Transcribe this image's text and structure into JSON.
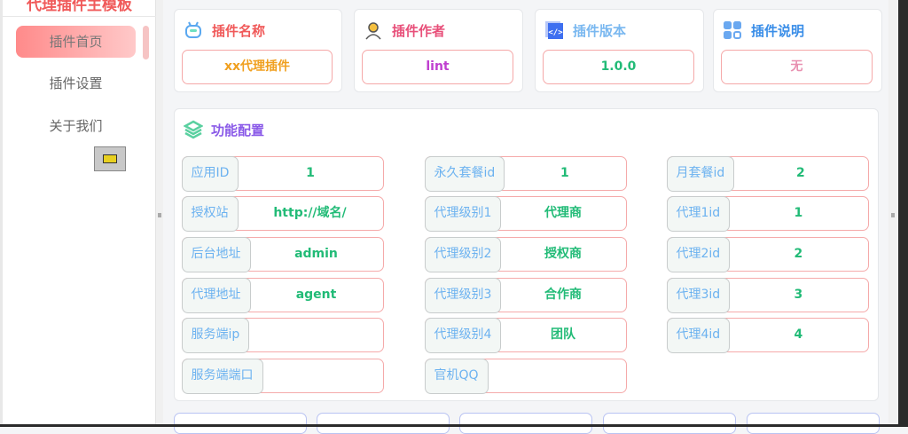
{
  "sidebar": {
    "title": "代理插件主模板",
    "items": [
      {
        "label": "插件首页",
        "active": true
      },
      {
        "label": "插件设置"
      },
      {
        "label": "关于我们"
      }
    ]
  },
  "info_cards": [
    {
      "title": "插件名称",
      "value": "xx代理插件",
      "icon": "robot-icon",
      "title_color": "#f05a5a",
      "value_color": "#f0a020"
    },
    {
      "title": "插件作者",
      "value": "lint",
      "icon": "user-icon",
      "title_color": "#e8507a",
      "value_color": "#c040d0"
    },
    {
      "title": "插件版本",
      "value": "1.0.0",
      "icon": "code-icon",
      "title_color": "#7ab8f0",
      "value_color": "#22bb77"
    },
    {
      "title": "插件说明",
      "value": "无",
      "icon": "grid-icon",
      "title_color": "#3a8ee8",
      "value_color": "#e890b0"
    }
  ],
  "config": {
    "title": "功能配置",
    "icon": "layers-icon",
    "columns": [
      [
        {
          "label": "应用ID",
          "value": "1"
        },
        {
          "label": "授权站",
          "value": "http://域名/"
        },
        {
          "label": "后台地址",
          "value": "admin"
        },
        {
          "label": "代理地址",
          "value": "agent"
        },
        {
          "label": "服务端ip",
          "value": ""
        },
        {
          "label": "服务端端口",
          "value": ""
        }
      ],
      [
        {
          "label": "永久套餐id",
          "value": "1"
        },
        {
          "label": "代理级别1",
          "value": "代理商"
        },
        {
          "label": "代理级别2",
          "value": "授权商"
        },
        {
          "label": "代理级别3",
          "value": "合作商"
        },
        {
          "label": "代理级别4",
          "value": "团队"
        },
        {
          "label": "官机QQ",
          "value": ""
        }
      ],
      [
        {
          "label": "月套餐id",
          "value": "2"
        },
        {
          "label": "代理1id",
          "value": "1"
        },
        {
          "label": "代理2id",
          "value": "2"
        },
        {
          "label": "代理3id",
          "value": "3"
        },
        {
          "label": "代理4id",
          "value": "4"
        }
      ]
    ]
  }
}
